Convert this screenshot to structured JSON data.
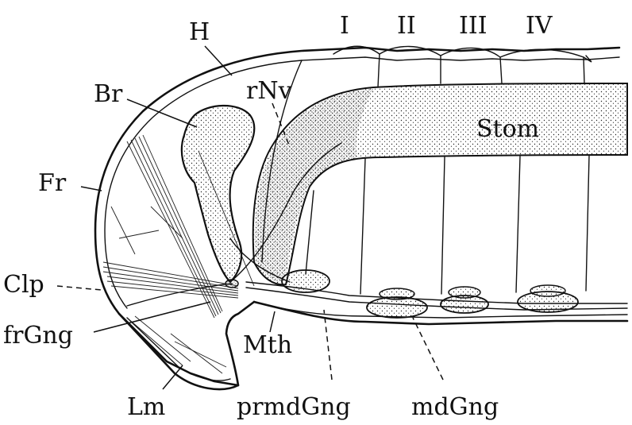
{
  "figure": {
    "labels": {
      "H": "H",
      "Br": "Br",
      "rNv": "rNv",
      "Stom": "Stom",
      "Fr": "Fr",
      "Clp": "Clp",
      "frGng": "frGng",
      "Mth": "Mth",
      "Lm": "Lm",
      "prmdGng": "prmdGng",
      "mdGng": "mdGng"
    },
    "segments": [
      "I",
      "II",
      "III",
      "IV"
    ]
  }
}
